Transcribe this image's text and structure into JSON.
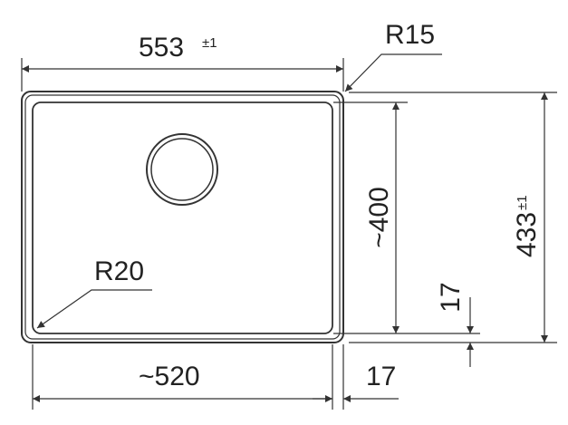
{
  "colors": {
    "line": "#333333",
    "text": "#222222",
    "background": "#ffffff"
  },
  "dimensions": {
    "outer_width": {
      "value": "553",
      "tolerance": "±1"
    },
    "outer_height": {
      "value": "433",
      "tolerance": "±1"
    },
    "outer_corner_radius": "R15",
    "inner_corner_radius": "R20",
    "inner_height": "~400",
    "inner_width": "~520",
    "rim_right": "17",
    "rim_bottom": "17"
  }
}
